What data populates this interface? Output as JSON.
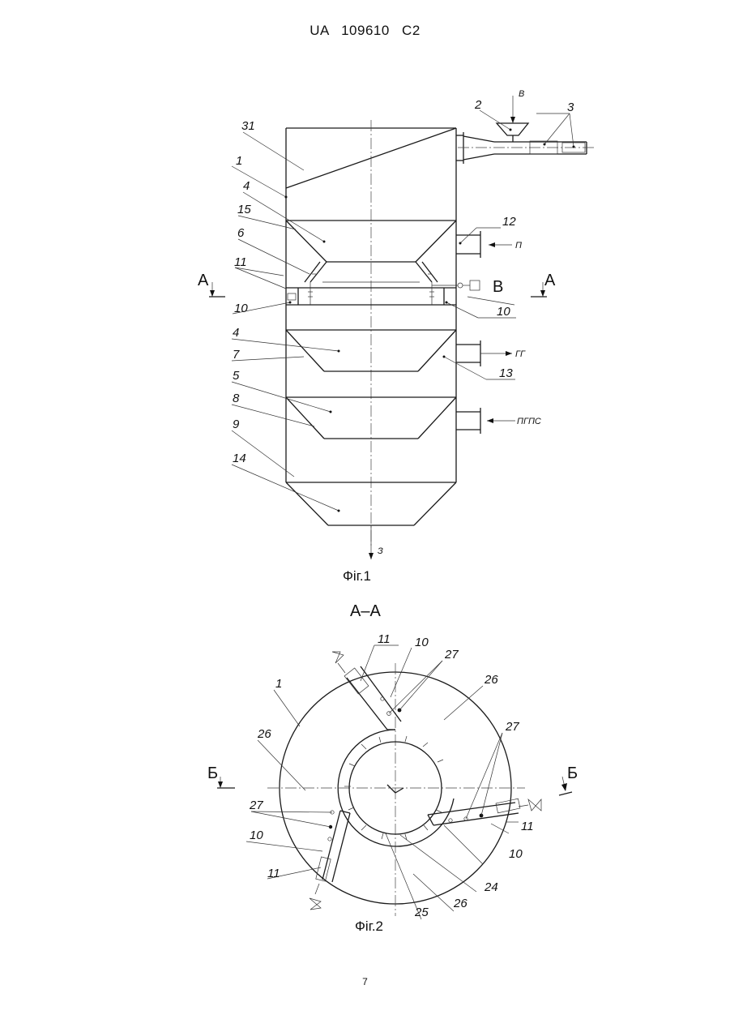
{
  "header": {
    "patent": "UA   109610   C2"
  },
  "page_number": "7",
  "figure1": {
    "caption": "Фіг.1",
    "flows": {
      "B": "В",
      "P": "П",
      "GG": "ГГ",
      "PGPS": "ПГПС",
      "Z": "З"
    },
    "section": {
      "A_left": "А",
      "A_right": "А",
      "V": "В"
    },
    "refs": [
      "31",
      "1",
      "4",
      "15",
      "6",
      "11",
      "10",
      "4",
      "7",
      "5",
      "8",
      "9",
      "14",
      "2",
      "3",
      "12",
      "10",
      "13"
    ]
  },
  "figure2": {
    "title": "А–А",
    "caption": "Фіг.2",
    "section": {
      "B_left": "Б",
      "B_right": "Б"
    },
    "refs": [
      "11",
      "10",
      "27",
      "26",
      "1",
      "26",
      "27",
      "27",
      "10",
      "11",
      "11",
      "10",
      "24",
      "26",
      "25"
    ]
  }
}
